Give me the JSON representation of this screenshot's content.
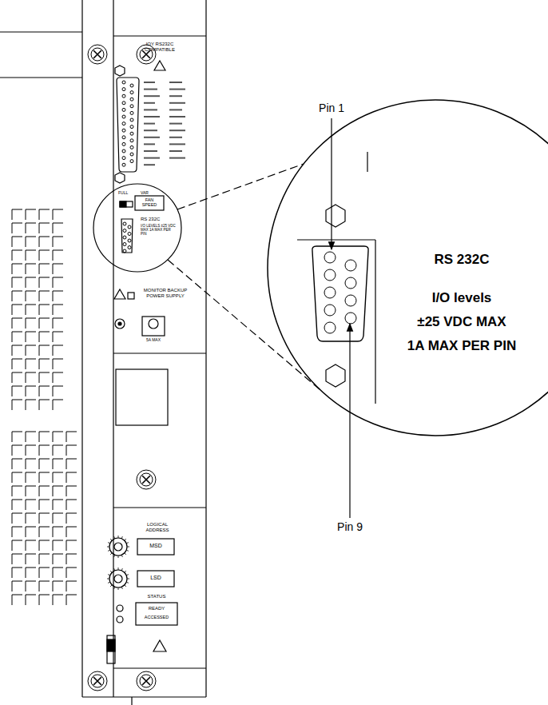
{
  "diagram": {
    "labels": [
      "IOY RS232C COMPATIBLE",
      "FULL",
      "VAR",
      "FAN SPEED",
      "RS 232C",
      "I/O LEVELS ±25 VDC MAX 1A MAX PER PIN",
      "MONITOR BACKUP POWER SUPPLY",
      "5A MAX",
      "LOGICAL ADDRESS",
      "MSD",
      "LSD",
      "STATUS",
      "READY",
      "ACCESSED",
      "Pin 1",
      "Pin 9",
      "RS 232C",
      "I/O levels",
      "±25 VDC MAX",
      "1A MAX PER PIN"
    ]
  }
}
